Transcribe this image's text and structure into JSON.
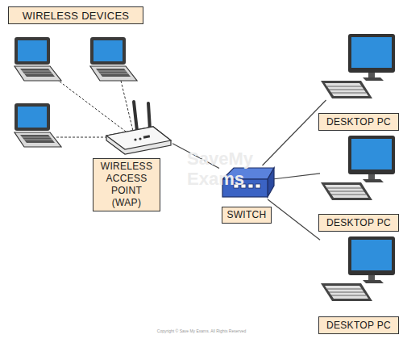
{
  "diagram": {
    "nodes": [
      {
        "text": [
          "WIRELESS DEVICES"
        ]
      },
      {
        "text": [
          "WIRELESS ACCESS POINT (WAP)"
        ]
      },
      {
        "text": [
          "SWITCH"
        ]
      },
      {
        "text": [
          "DESKTOP PC"
        ]
      },
      {
        "text": [
          "DESKTOP PC"
        ]
      },
      {
        "text": [
          "DESKTOP PC"
        ]
      }
    ],
    "edges": [
      {
        "from": 1,
        "to": 2,
        "arrow": "none"
      },
      {
        "from": 2,
        "to": 3,
        "arrow": "none"
      },
      {
        "from": 2,
        "to": 4,
        "arrow": "none"
      },
      {
        "from": 2,
        "to": 5,
        "arrow": "none"
      }
    ],
    "labels": [
      "SaveMy Exams",
      "Copyright © Save My Exams. All Rights Reserved"
    ]
  }
}
